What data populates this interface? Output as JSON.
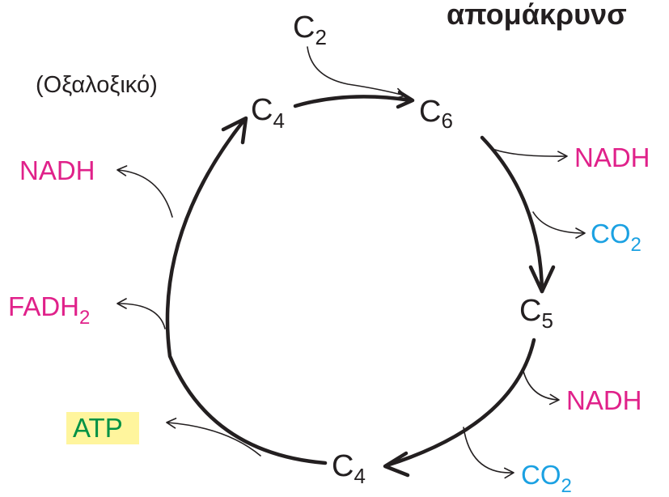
{
  "heading": {
    "text": "απομάκρυνσ"
  },
  "compounds": {
    "input": {
      "base": "C",
      "sub": "2"
    },
    "top_left": {
      "base": "C",
      "sub": "4"
    },
    "top_left_note": "(Οξαλοξικό)",
    "top_right": {
      "base": "C",
      "sub": "6"
    },
    "right": {
      "base": "C",
      "sub": "5"
    },
    "bottom": {
      "base": "C",
      "sub": "4"
    }
  },
  "products": {
    "nadh_1": "NADH",
    "co2_1": {
      "base": "CO",
      "sub": "2"
    },
    "nadh_2": "NADH",
    "co2_2": {
      "base": "CO",
      "sub": "2"
    },
    "atp": "ATP",
    "fadh2": {
      "base": "FADH",
      "sub": "2"
    },
    "nadh_3": "NADH"
  },
  "colors": {
    "carbon_text": "#231f20",
    "nadh_fadh": "#e0218a",
    "co2": "#1ba1e2",
    "atp_text": "#009245",
    "atp_highlight": "#fff59d"
  }
}
